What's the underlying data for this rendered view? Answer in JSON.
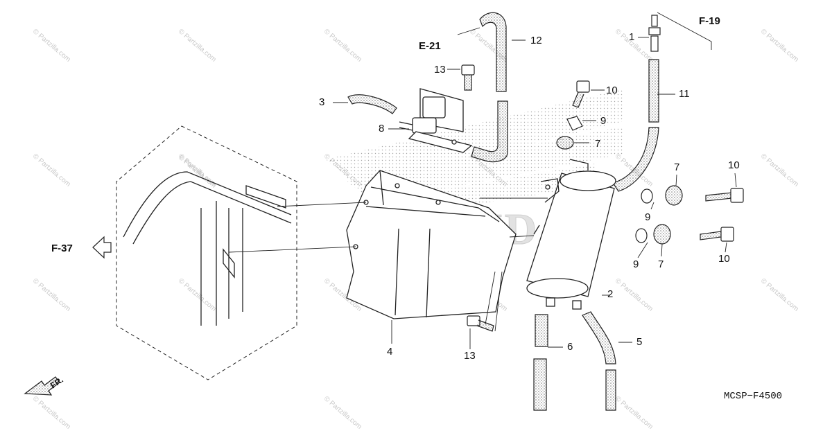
{
  "diagram": {
    "callouts": {
      "c1": "1",
      "c2": "2",
      "c3": "3",
      "c4": "4",
      "c5": "5",
      "c6": "6",
      "c7a": "7",
      "c7b": "7",
      "c7c": "7",
      "c8": "8",
      "c9a": "9",
      "c9b": "9",
      "c9c": "9",
      "c10a": "10",
      "c10b": "10",
      "c10c": "10",
      "c11": "11",
      "c12": "12",
      "c13a": "13",
      "c13b": "13"
    },
    "references": {
      "e21": "E-21",
      "f19": "F-19",
      "f37": "F-37"
    },
    "direction_label": "FR.",
    "diagram_code": "MCSP−F4500",
    "watermark": "© Partzilla.com",
    "brand_background": "HONDA"
  }
}
